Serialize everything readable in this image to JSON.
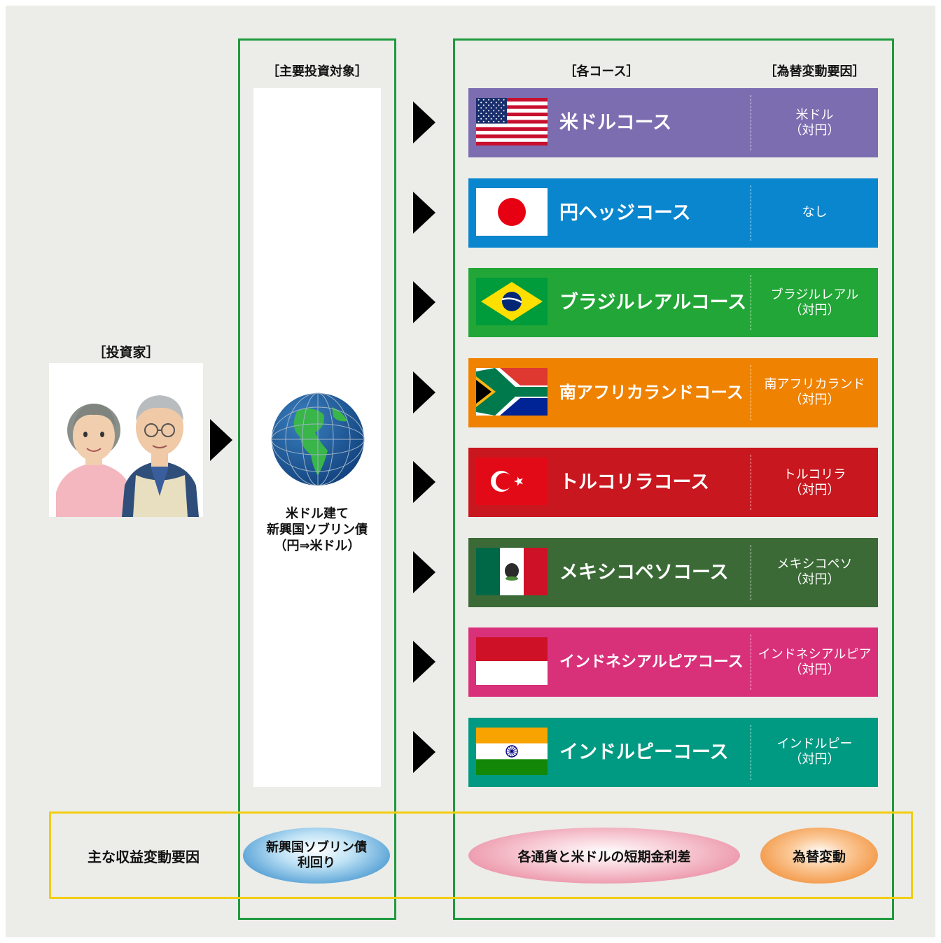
{
  "investor": {
    "label": "［投資家］"
  },
  "target": {
    "header": "［主要投資対象］",
    "line1": "米ドル建て",
    "line2": "新興国ソブリン債",
    "line3": "（円⇒米ドル）"
  },
  "courses_header": "［各コース］",
  "fx_header": "［為替変動要因］",
  "courses": [
    {
      "name": "米ドルコース",
      "fx1": "米ドル",
      "fx2": "（対円）",
      "color": "#7b6db0",
      "flag": "us-flag"
    },
    {
      "name": "円ヘッジコース",
      "fx1": "なし",
      "fx2": "",
      "color": "#0a86cf",
      "flag": "japan-flag"
    },
    {
      "name": "ブラジルレアルコース",
      "fx1": "ブラジルレアル",
      "fx2": "（対円）",
      "color": "#22a637",
      "flag": "brazil-flag"
    },
    {
      "name": "南アフリカランドコース",
      "fx1": "南アフリカランド",
      "fx2": "（対円）",
      "color": "#ef8200",
      "flag": "south-africa-flag"
    },
    {
      "name": "トルコリラコース",
      "fx1": "トルコリラ",
      "fx2": "（対円）",
      "color": "#c8171e",
      "flag": "turkey-flag"
    },
    {
      "name": "メキシコペソコース",
      "fx1": "メキシコペソ",
      "fx2": "（対円）",
      "color": "#3b6a36",
      "flag": "mexico-flag"
    },
    {
      "name": "インドネシアルピアコース",
      "fx1": "インドネシアルピア",
      "fx2": "（対円）",
      "color": "#d9307a",
      "flag": "indonesia-flag"
    },
    {
      "name": "インドルピーコース",
      "fx1": "インドルピー",
      "fx2": "（対円）",
      "color": "#009a82",
      "flag": "india-flag"
    }
  ],
  "factors": {
    "label": "主な収益変動要因",
    "sovereign_line1": "新興国ソブリン債",
    "sovereign_line2": "利回り",
    "rate_diff": "各通貨と米ドルの短期金利差",
    "fx": "為替変動"
  },
  "colors": {
    "background": "#ecede8",
    "green_frame": "#1f9a3f",
    "yellow_frame": "#f3cd12"
  }
}
